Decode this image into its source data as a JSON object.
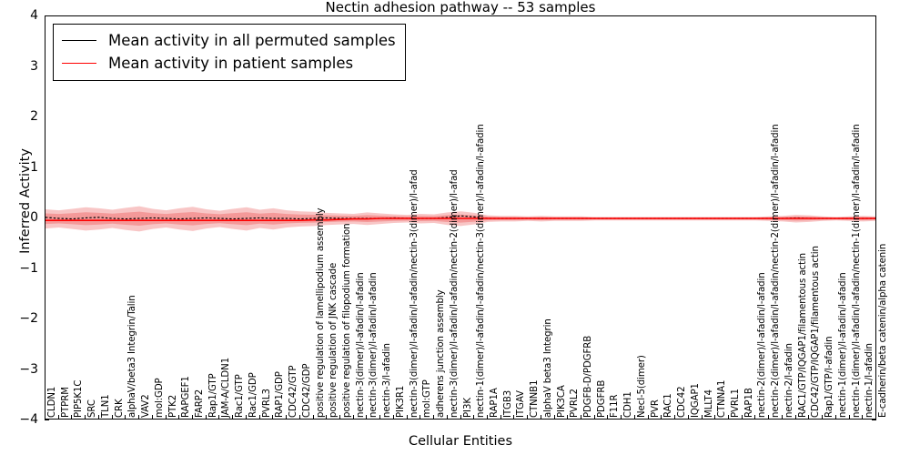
{
  "chart_data": {
    "type": "line",
    "title": "Nectin adhesion pathway -- 53 samples",
    "xlabel": "Cellular Entities",
    "ylabel": "Inferred Activity",
    "ylim": [
      -4,
      4
    ],
    "yticks": [
      4,
      3,
      2,
      1,
      0,
      -1,
      -2,
      -3,
      -4
    ],
    "ytick_labels": [
      "4",
      "3",
      "2",
      "1",
      "0",
      "−1",
      "−2",
      "−3",
      "−4"
    ],
    "grid": false,
    "legend_position": "upper left",
    "n_samples": 53,
    "legend": [
      {
        "label": "Mean activity in all permuted samples",
        "color": "#000000",
        "style": "solid"
      },
      {
        "label": "Mean activity in patient samples",
        "color": "#ff0000",
        "style": "solid"
      }
    ],
    "band": {
      "color": "#f08080",
      "outer_opacity": 0.45,
      "inner_opacity": 0.55,
      "description": "Shaded confidence envelope around permuted mean"
    },
    "categories": [
      "CLDN1",
      "PTPRM",
      "PIP5K1C",
      "SRC",
      "TLN1",
      "CRK",
      "alphaV/beta3 Integrin/Talin",
      "VAV2",
      "mol:GDP",
      "PTK2",
      "RAPGEF1",
      "FARP2",
      "Rap1/GTP",
      "JAM-A/CLDN1",
      "Rac1/GTP",
      "Rac1/GDP",
      "PVRL3",
      "RAP1/GDP",
      "CDC42/GTP",
      "CDC42/GDP",
      "positive regulation of lamellipodium assembly",
      "positive regulation of JNK cascade",
      "positive regulation of filopodium formation",
      "nectin-3(dimer)/l-afadin/l-afadin",
      "nectin-3(dimer)/l-afadin/l-afadin",
      "nectin-3/l-afadin",
      "PIK3R1",
      "nectin-3(dimer)/l-afadin/l-afadin/nectin-3(dimer)/l-afad",
      "mol:GTP",
      "adherens junction assembly",
      "nectin-3(dimer)/l-afadin/l-afadin/nectin-2(dimer)/l-afad",
      "PI3K",
      "nectin-1(dimer)/l-afadin/l-afadin/nectin-3(dimer)/l-afadin/l-afadin",
      "RAP1A",
      "ITGB3",
      "ITGAV",
      "CTNNB1",
      "alphaV beta3 Integrin",
      "PIK3CA",
      "PVRL2",
      "PDGFB-D/PDGFRB",
      "PDGFRB",
      "F11R",
      "CDH1",
      "Necl-5(dimer)",
      "PVR",
      "RAC1",
      "CDC42",
      "IQGAP1",
      "MLLT4",
      "CTNNA1",
      "PVRL1",
      "RAP1B",
      "nectin-2(dimer)/l-afadin/l-afadin",
      "nectin-2(dimer)/l-afadin/l-afadin/nectin-2(dimer)/l-afadin/l-afadin",
      "nectin-2/l-afadin",
      "RAC1/GTP/IQGAP1/filamentous actin",
      "CDC42/GTP/IQGAP1/filamentous actin",
      "Rap1/GTP/l-afadin",
      "nectin-1(dimer)/l-afadin/l-afadin",
      "nectin-1(dimer)/l-afadin/l-afadin/nectin-1(dimer)/l-afadin/l-afadin",
      "nectin-1/l-afadin",
      "E-cadherin/beta catenin/alpha catenin"
    ],
    "series": [
      {
        "name": "Mean activity in all permuted samples",
        "color": "#000000",
        "values": [
          0.02,
          0.0,
          -0.01,
          0.01,
          0.02,
          0.0,
          -0.01,
          0.0,
          0.01,
          0.0,
          -0.01,
          0.0,
          0.01,
          0.0,
          -0.01,
          0.0,
          0.01,
          0.0,
          0.0,
          -0.01,
          0.0,
          0.01,
          0.0,
          0.0,
          0.0,
          0.0,
          0.01,
          0.0,
          0.0,
          0.0,
          0.02,
          0.05,
          0.03,
          0.0,
          0.0,
          0.0,
          0.0,
          0.0,
          0.0,
          0.0,
          0.0,
          0.0,
          0.0,
          0.0,
          0.0,
          0.0,
          0.0,
          0.0,
          0.0,
          0.0,
          0.0,
          0.0,
          0.0,
          0.0,
          0.0,
          0.0,
          0.01,
          0.0,
          0.0,
          0.0,
          0.0,
          0.0,
          0.0
        ]
      },
      {
        "name": "Mean activity in patient samples",
        "color": "#ff0000",
        "values": [
          -0.04,
          -0.04,
          -0.04,
          -0.04,
          -0.04,
          -0.04,
          -0.04,
          -0.04,
          -0.04,
          -0.04,
          -0.04,
          -0.04,
          -0.04,
          -0.04,
          -0.04,
          -0.04,
          -0.04,
          -0.04,
          -0.04,
          -0.04,
          -0.03,
          -0.03,
          -0.02,
          -0.01,
          -0.01,
          0.0,
          0.0,
          0.0,
          0.0,
          0.0,
          0.0,
          0.0,
          0.0,
          0.0,
          0.0,
          0.0,
          0.0,
          0.0,
          0.0,
          0.0,
          0.0,
          0.0,
          0.0,
          0.0,
          0.0,
          0.0,
          0.0,
          0.0,
          0.0,
          0.0,
          0.0,
          0.0,
          0.0,
          0.0,
          0.0,
          0.0,
          0.0,
          0.0,
          0.0,
          0.0,
          0.0,
          0.0,
          0.0
        ]
      }
    ],
    "band_upper": [
      0.18,
      0.16,
      0.19,
      0.22,
      0.2,
      0.17,
      0.21,
      0.24,
      0.19,
      0.16,
      0.2,
      0.23,
      0.18,
      0.15,
      0.19,
      0.22,
      0.17,
      0.2,
      0.16,
      0.14,
      0.13,
      0.11,
      0.1,
      0.09,
      0.12,
      0.1,
      0.08,
      0.07,
      0.09,
      0.08,
      0.12,
      0.14,
      0.11,
      0.06,
      0.05,
      0.05,
      0.04,
      0.05,
      0.04,
      0.04,
      0.04,
      0.03,
      0.03,
      0.03,
      0.03,
      0.03,
      0.03,
      0.03,
      0.03,
      0.03,
      0.03,
      0.03,
      0.03,
      0.03,
      0.04,
      0.05,
      0.07,
      0.06,
      0.04,
      0.03,
      0.04,
      0.05,
      0.04
    ],
    "band_lower": [
      -0.2,
      -0.18,
      -0.21,
      -0.24,
      -0.22,
      -0.19,
      -0.23,
      -0.26,
      -0.21,
      -0.18,
      -0.22,
      -0.25,
      -0.2,
      -0.17,
      -0.21,
      -0.24,
      -0.19,
      -0.22,
      -0.18,
      -0.16,
      -0.15,
      -0.13,
      -0.12,
      -0.11,
      -0.13,
      -0.11,
      -0.09,
      -0.08,
      -0.1,
      -0.09,
      -0.13,
      -0.15,
      -0.12,
      -0.07,
      -0.06,
      -0.06,
      -0.05,
      -0.06,
      -0.05,
      -0.05,
      -0.05,
      -0.04,
      -0.04,
      -0.04,
      -0.04,
      -0.04,
      -0.04,
      -0.04,
      -0.04,
      -0.04,
      -0.04,
      -0.04,
      -0.04,
      -0.04,
      -0.05,
      -0.06,
      -0.08,
      -0.07,
      -0.05,
      -0.04,
      -0.05,
      -0.06,
      -0.05
    ]
  }
}
